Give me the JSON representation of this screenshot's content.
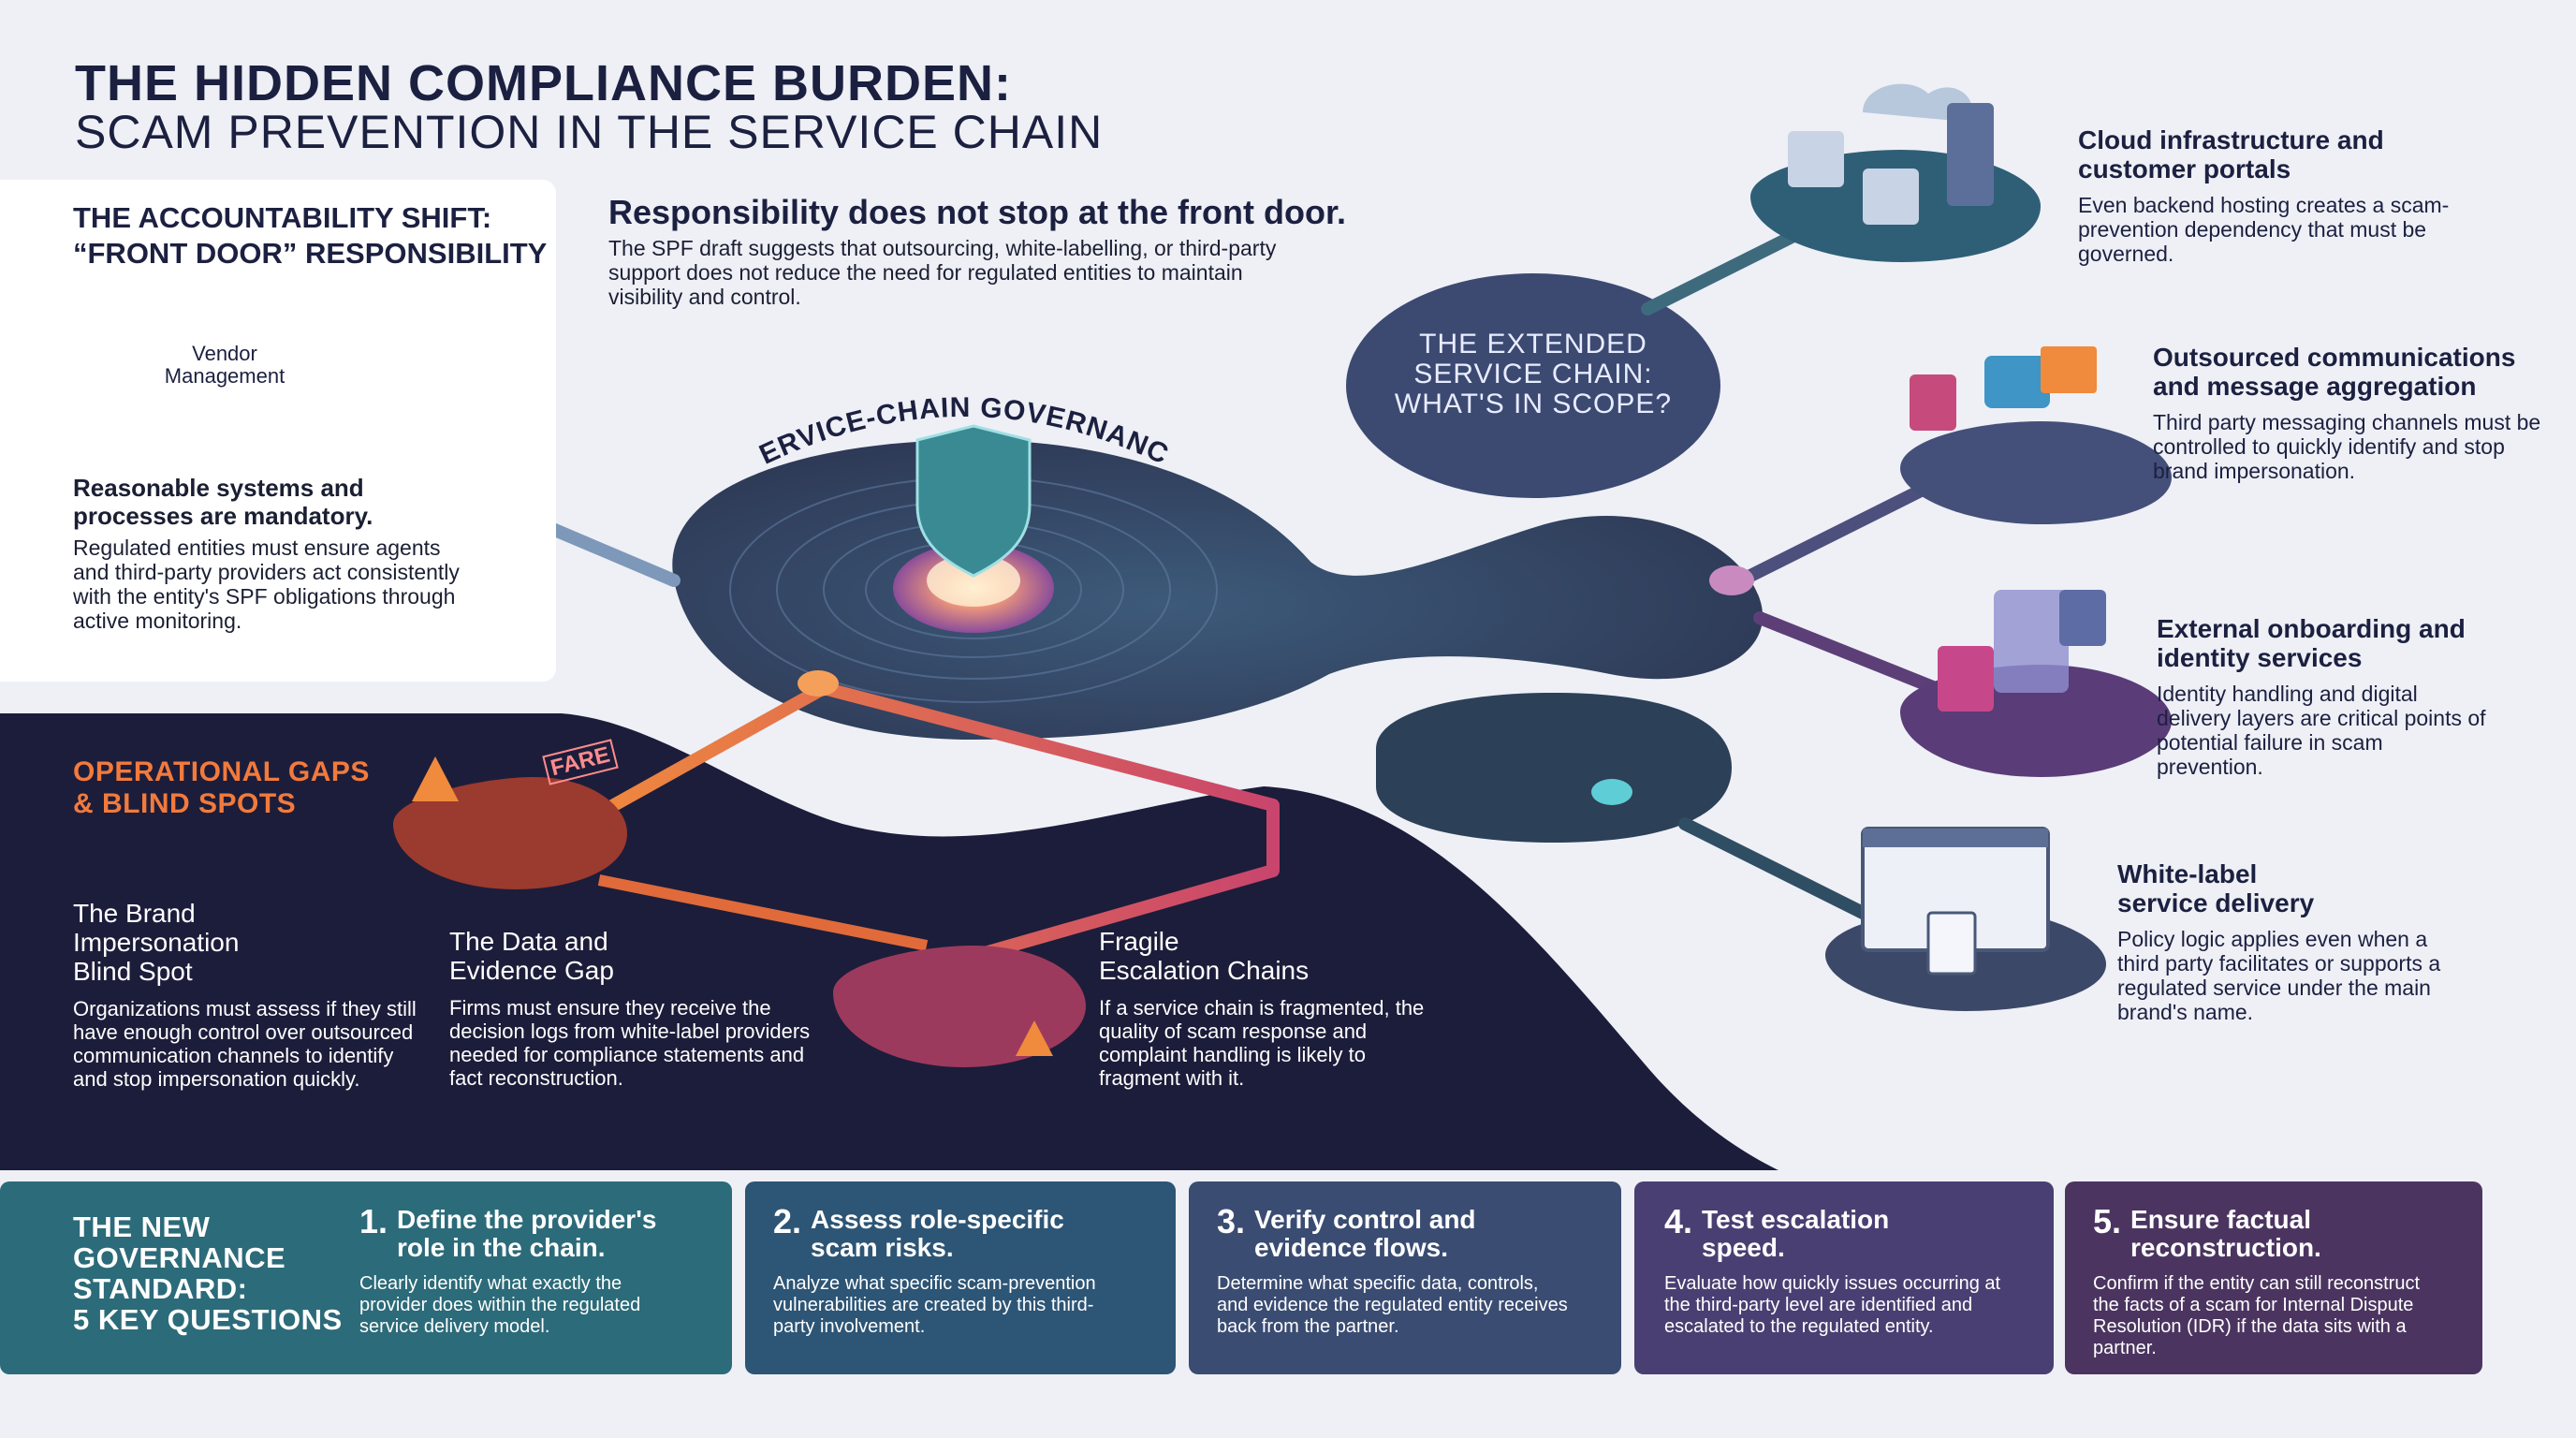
{
  "title": {
    "line1": "THE HIDDEN COMPLIANCE BURDEN:",
    "line2": "SCAM PREVENTION IN THE SERVICE CHAIN"
  },
  "accountability": {
    "heading_line1": "THE ACCOUNTABILITY SHIFT:",
    "heading_line2": "“FRONT DOOR” RESPONSIBILITY",
    "vendor_line1": "Vendor",
    "vendor_line2": "Management",
    "reason_heading_line1": "Reasonable systems and",
    "reason_heading_line2": "processes are mandatory.",
    "reason_body": "Regulated entities must ensure agents and third-party providers act consistently with the entity's SPF obligations through active monitoring."
  },
  "front_door": {
    "heading": "Responsibility does not stop at the front door.",
    "body": "The SPF draft suggests that outsourcing, white-labelling, or third-party support does not reduce the need for regulated entities to maintain visibility and control."
  },
  "governance_label": "SERVICE-CHAIN GOVERNANCE",
  "hub": {
    "line1": "THE EXTENDED",
    "line2": "SERVICE CHAIN:",
    "line3": "WHAT'S IN SCOPE?"
  },
  "scope_items": [
    {
      "title_line1": "Cloud infrastructure and",
      "title_line2": "customer portals",
      "body": "Even backend hosting creates a scam-prevention dependency that must be governed."
    },
    {
      "title_line1": "Outsourced communications",
      "title_line2": "and message aggregation",
      "body": "Third party messaging channels must be controlled to quickly identify and stop brand impersonation."
    },
    {
      "title_line1": "External onboarding and",
      "title_line2": "identity services",
      "body": "Identity handling and digital delivery layers are critical points of potential failure in scam prevention."
    },
    {
      "title_line1": "White-label",
      "title_line2": "service delivery",
      "body": "Policy logic applies even when a third party facilitates or supports a regulated service under the main brand's name."
    }
  ],
  "operational": {
    "heading_line1": "OPERATIONAL GAPS",
    "heading_line2": "& BLIND SPOTS",
    "fare_label": "FARE",
    "gaps": [
      {
        "title_line1": "The Brand",
        "title_line2": "Impersonation",
        "title_line3": "Blind Spot",
        "body": "Organizations must assess if they still have enough control over outsourced communication channels to identify and stop impersonation quickly."
      },
      {
        "title_line1": "The Data and",
        "title_line2": "Evidence Gap",
        "body": "Firms must ensure they receive the decision logs from white-label providers needed for compliance statements and fact reconstruction."
      },
      {
        "title_line1": "Fragile",
        "title_line2": "Escalation Chains",
        "body": "If a service chain is fragmented, the quality of scam response and complaint handling is likely to fragment with it."
      }
    ]
  },
  "standard": {
    "heading_line1": "THE NEW",
    "heading_line2": "GOVERNANCE",
    "heading_line3": "STANDARD:",
    "heading_line4": "5 KEY QUESTIONS",
    "questions": [
      {
        "num": "1.",
        "title_line1": "Define the provider's",
        "title_line2": "role in the chain.",
        "body": "Clearly identify what exactly the provider does within the regulated service delivery model."
      },
      {
        "num": "2.",
        "title_line1": "Assess role-specific",
        "title_line2": "scam risks.",
        "body": "Analyze what specific scam-prevention vulnerabilities are created by this third-party involvement."
      },
      {
        "num": "3.",
        "title_line1": "Verify control and",
        "title_line2": "evidence flows.",
        "body": "Determine what specific data, controls, and evidence the regulated entity receives back from the partner."
      },
      {
        "num": "4.",
        "title_line1": "Test escalation",
        "title_line2": "speed.",
        "body": "Evaluate how quickly issues occurring at the third-party level are identified and escalated to the regulated entity."
      },
      {
        "num": "5.",
        "title_line1": "Ensure factual",
        "title_line2": "reconstruction.",
        "body": "Confirm if the entity can still reconstruct the facts of a scam for Internal Dispute Resolution (IDR) if the data sits with a partner."
      }
    ],
    "colors": [
      "#2c6b79",
      "#2d5575",
      "#3a4c72",
      "#4a3f72",
      "#4b3560"
    ]
  }
}
